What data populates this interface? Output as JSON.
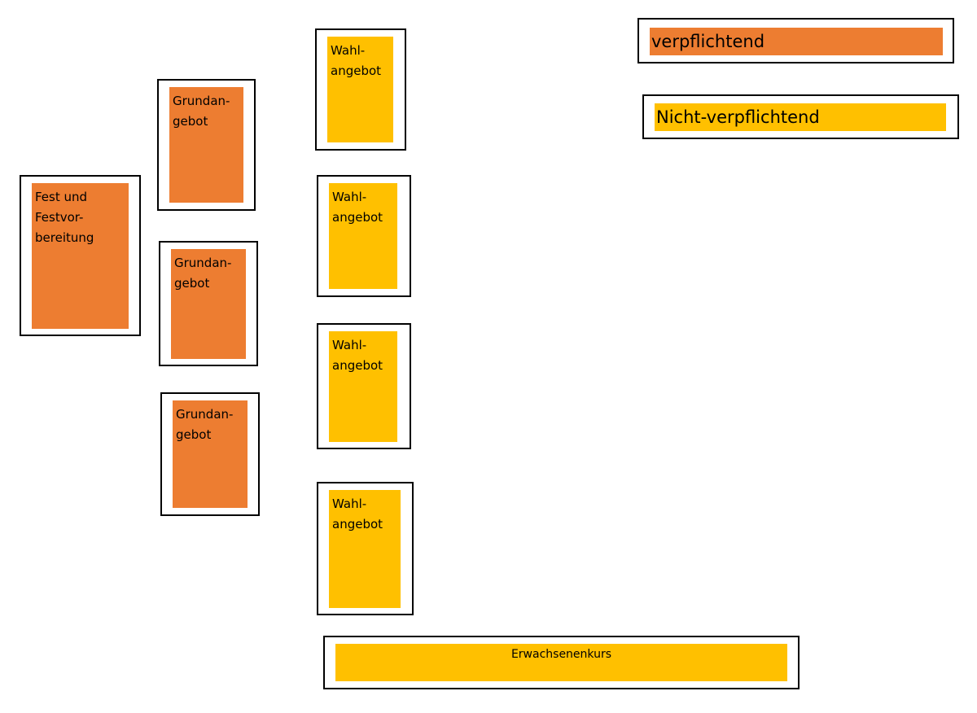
{
  "colors": {
    "mandatory": "#ED7D31",
    "optional": "#FFC000",
    "border": "#000000"
  },
  "legend": {
    "mandatory_label": "verpflichtend",
    "optional_label": "Nicht-verpflichtend"
  },
  "blocks": {
    "fest": "Fest und\nFestvor-\nbereitung",
    "grund_1": "Grundan-\ngebot",
    "grund_2": "Grundan-\ngebot",
    "grund_3": "Grundan-\ngebot",
    "wahl_1": "Wahl-\nangebot",
    "wahl_2": "Wahl-\nangebot",
    "wahl_3": "Wahl-\nangebot",
    "wahl_4": "Wahl-\nangebot",
    "erwachsenen": "Erwachsenenkurs"
  }
}
